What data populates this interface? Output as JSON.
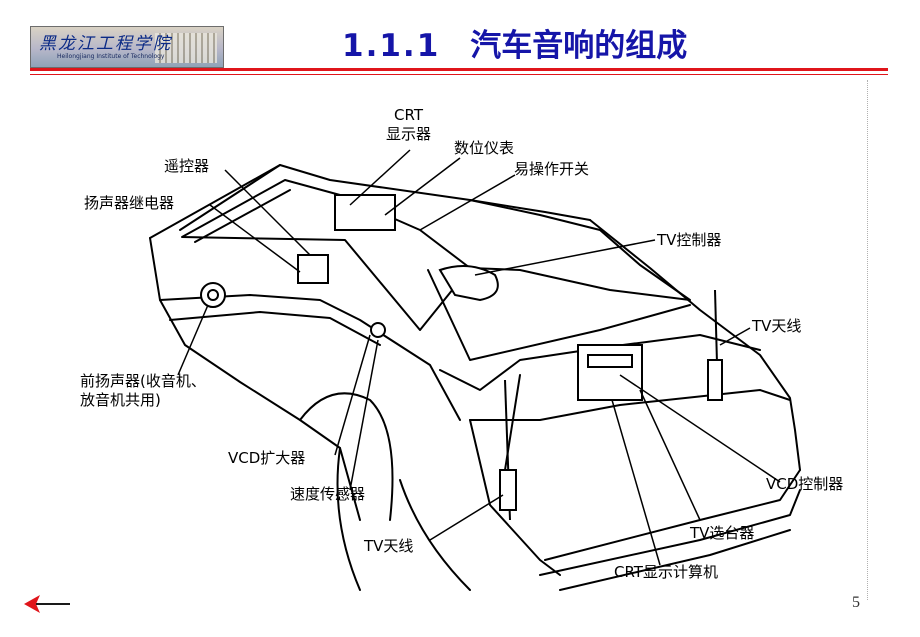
{
  "header": {
    "school_name": "黑龙江工程学院",
    "school_name_en": "Heilongjiang Institute of Technology",
    "section_number": "1.1.1",
    "title": "汽车音响的组成"
  },
  "labels": {
    "crt_display": "CRT\n显示器",
    "digital_instrument": "数位仪表",
    "easy_switch": "易操作开关",
    "remote_control": "遥控器",
    "speaker_relay": "扬声器继电器",
    "tv_controller": "TV控制器",
    "tv_antenna_right": "TV天线",
    "front_speaker": "前扬声器(收音机、\n放音机共用)",
    "vcd_amplifier": "VCD扩大器",
    "vcd_controller": "VCD控制器",
    "speed_sensor": "速度传感器",
    "tv_selector": "TV选台器",
    "tv_antenna_bottom": "TV天线",
    "crt_computer": "CRT显示计算机"
  },
  "footer": {
    "page_number": "5",
    "back_icon": "back-arrow-icon"
  },
  "colors": {
    "title": "#1515a8",
    "rule": "#e0151b",
    "back_arrow": "#e0151b"
  }
}
